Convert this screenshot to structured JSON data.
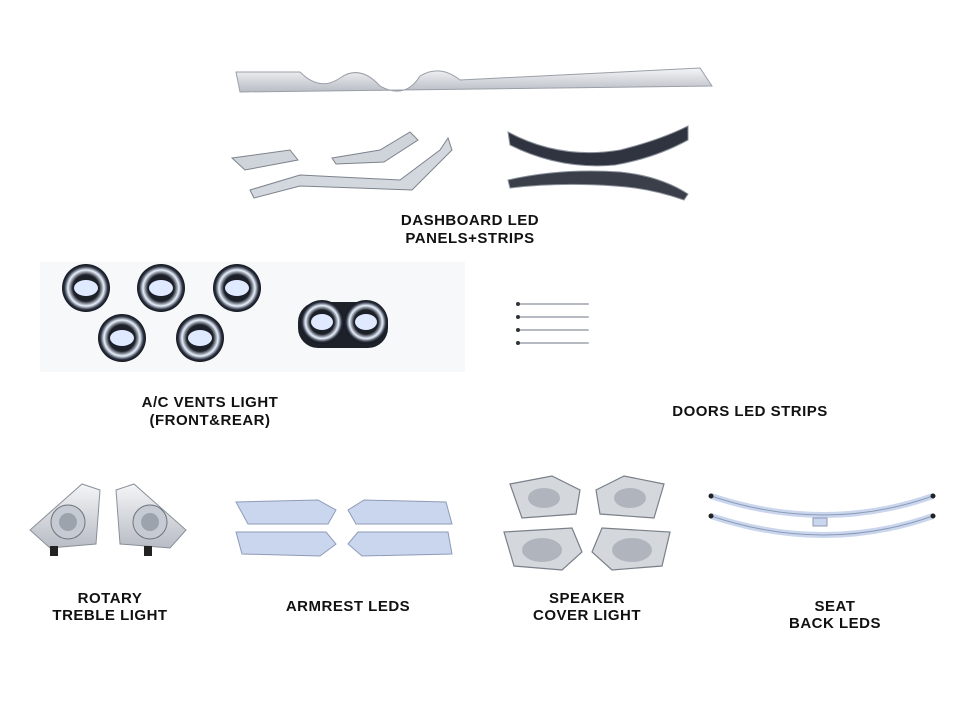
{
  "sections": {
    "dashboard": {
      "line1": "DASHBOARD LED",
      "line2": "PANELS+STRIPS"
    },
    "vents": {
      "line1": "A/C VENTS LIGHT",
      "line2": "(FRONT&REAR)"
    },
    "doors": {
      "line1": "DOORS LED STRIPS"
    },
    "rotary": {
      "line1": "ROTARY",
      "line2": "TREBLE LIGHT"
    },
    "armrest": {
      "line1": "ARMREST LEDS"
    },
    "speaker": {
      "line1": "SPEAKER",
      "line2": "COVER LIGHT"
    },
    "seat": {
      "line1": "SEAT",
      "line2": "BACK LEDS"
    }
  },
  "colors": {
    "rgb_gradient": [
      "#ff3b3b",
      "#ffcc00",
      "#22dd55",
      "#2288ff",
      "#aa33ff",
      "#ff44cc"
    ],
    "panel_silver": "#d9dde3",
    "panel_dark": "#2a2e36",
    "armrest_blue": "#c9d6ee"
  }
}
